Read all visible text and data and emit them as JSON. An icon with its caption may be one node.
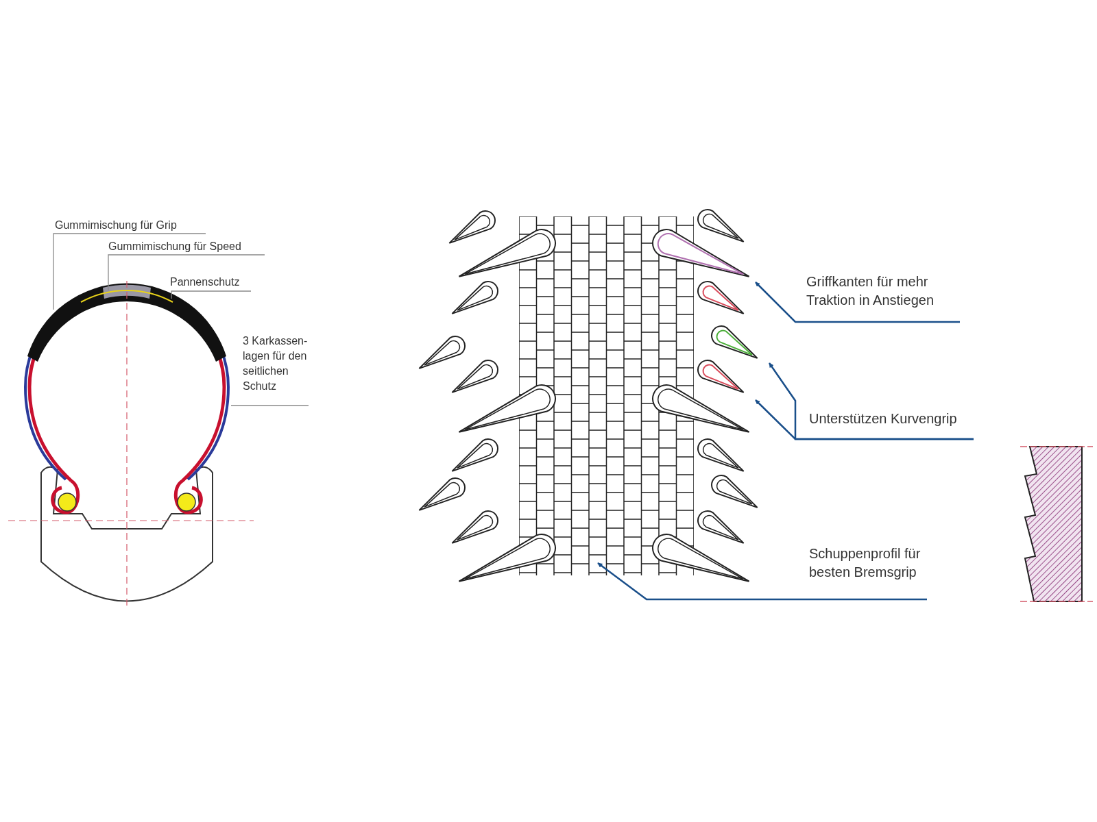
{
  "diagram": {
    "nodes": [
      {
        "text": [
          "Gummimischung für Grip"
        ]
      },
      {
        "text": [
          "Gummimischung für Speed"
        ]
      },
      {
        "text": [
          "Pannenschutz"
        ]
      },
      {
        "text": [
          "3 Karkassen- lagen für den seitlichen Schutz"
        ]
      },
      {
        "text": [
          "Griffkanten für mehr Traktion in Anstiegen"
        ]
      },
      {
        "text": [
          "Unterstützen Kurvengrip"
        ]
      },
      {
        "text": [
          "Schuppenprofil für besten Bremsgrip"
        ]
      }
    ],
    "edges": [
      {
        "from": 0,
        "to": null,
        "arrow": "none"
      },
      {
        "from": 1,
        "to": null,
        "arrow": "none"
      },
      {
        "from": 2,
        "to": null,
        "arrow": "none"
      },
      {
        "from": 3,
        "to": null,
        "arrow": "none"
      },
      {
        "from": 4,
        "to": null,
        "arrow": "to",
        "color": "#1a4f8a"
      },
      {
        "from": 5,
        "to": null,
        "arrow": "to",
        "color": "#1a4f8a"
      },
      {
        "from": 5,
        "to": null,
        "arrow": "to",
        "color": "#1a4f8a"
      },
      {
        "from": 6,
        "to": null,
        "arrow": "to",
        "color": "#1a4f8a"
      }
    ]
  }
}
